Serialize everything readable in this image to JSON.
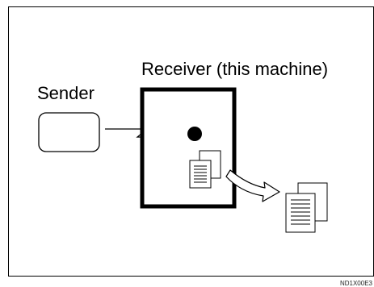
{
  "labels": {
    "sender": "Sender",
    "receiver": "Receiver (this machine)",
    "figure_code": "ND1X00E3"
  },
  "icons": [
    "sender-device-icon",
    "incoming-signal-icon",
    "receiver-indicator-icon",
    "received-document-icon",
    "forward-arrow-icon",
    "forwarded-document-icon"
  ],
  "colors": {
    "stroke": "#000000",
    "background": "#ffffff"
  }
}
